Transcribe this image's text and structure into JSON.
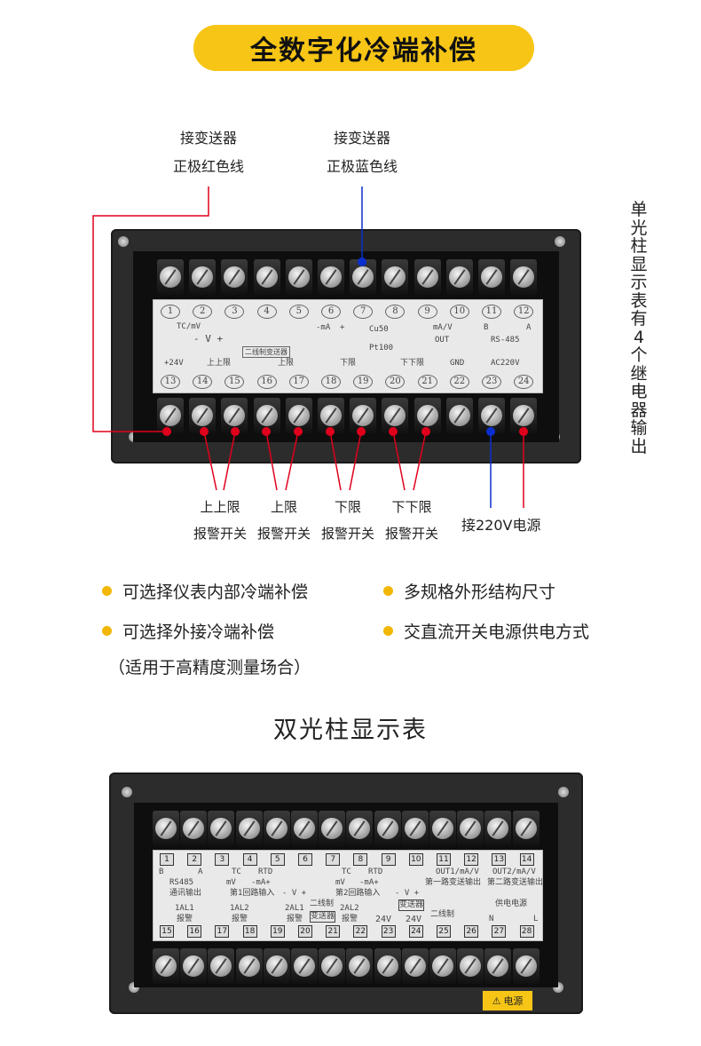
{
  "banner": "全数字化冷端补偿",
  "top_notes": {
    "left": [
      "接变送器",
      "正极红色线"
    ],
    "right": [
      "接变送器",
      "正极蓝色线"
    ]
  },
  "side_text": "单光柱显示表有4个继电器输出",
  "device1": {
    "top_numbers": [
      "1",
      "2",
      "3",
      "4",
      "5",
      "6",
      "7",
      "8",
      "9",
      "10",
      "11",
      "12"
    ],
    "bottom_numbers": [
      "13",
      "14",
      "15",
      "16",
      "17",
      "18",
      "19",
      "20",
      "21",
      "22",
      "23",
      "24"
    ],
    "labels": {
      "tc": "TC/mV",
      "v": "- V +",
      "ma": "-mA",
      "plus": "+",
      "cu": "Cu50",
      "pt": "Pt100",
      "twowire": "二线制变送器",
      "mav": "mA/V",
      "out": "OUT",
      "b": "B",
      "a": "A",
      "rs": "RS-485",
      "p24": "+24V",
      "shsh": "上上限",
      "sh": "上限",
      "xx": "下限",
      "xxx": "下下限",
      "gnd": "GND",
      "ac": "AC220V"
    },
    "colors": {
      "red": "#e0001b",
      "blue": "#0a2ecf"
    }
  },
  "bottom_notes": [
    {
      "l1": "上上限",
      "l2": "报警开关"
    },
    {
      "l1": "上限",
      "l2": "报警开关"
    },
    {
      "l1": "下限",
      "l2": "报警开关"
    },
    {
      "l1": "下下限",
      "l2": "报警开关"
    }
  ],
  "power_note": "接220V电源",
  "features": [
    "可选择仪表内部冷端补偿",
    "多规格外形结构尺寸",
    "可选择外接冷端补偿",
    "交直流开关电源供电方式"
  ],
  "features_sub": "（适用于高精度测量场合）",
  "title2": "双光柱显示表",
  "device2": {
    "top_numbers": [
      "1",
      "2",
      "3",
      "4",
      "5",
      "6",
      "7",
      "8",
      "9",
      "10",
      "11",
      "12",
      "13",
      "14"
    ],
    "bottom_numbers": [
      "15",
      "16",
      "17",
      "18",
      "19",
      "20",
      "21",
      "22",
      "23",
      "24",
      "25",
      "26",
      "27",
      "28"
    ],
    "labels": {
      "rs485": "RS485",
      "comm": "通讯输出",
      "tc": "TC",
      "rtd": "RTD",
      "mv": "mV",
      "ma": "-mA+",
      "v": "- V +",
      "in1": "第1回路输入",
      "in2": "第2回路输入",
      "tw": "二线制",
      "tx": "变送器",
      "out1": "OUT1/mA/V",
      "out1b": "第一路变送输出",
      "out2": "OUT2/mA/V",
      "out2b": "第二路变送输出",
      "al11": "1AL1",
      "al12": "1AL2",
      "al21": "2AL1",
      "al22": "2AL2",
      "bj": "报警",
      "v24": "24V",
      "psu": "供电电源",
      "n": "N",
      "l": "L",
      "b": "B",
      "a": "A"
    },
    "warning_label": "电源"
  }
}
